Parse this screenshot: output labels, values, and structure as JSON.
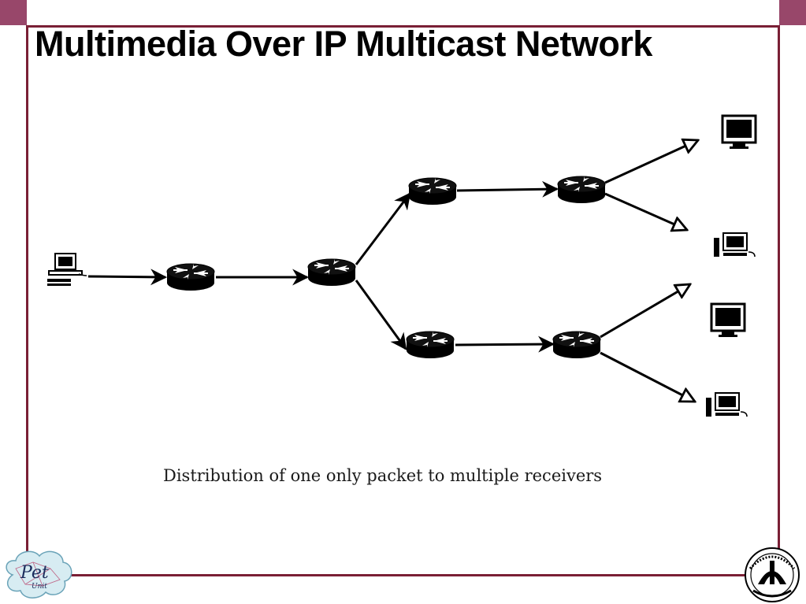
{
  "slide": {
    "title": "Multimedia Over IP Multicast Network",
    "caption": "Distribution of one only packet to multiple receivers"
  },
  "logos": {
    "left_text": "Pet",
    "left_subtext": "Unit"
  },
  "colors": {
    "frame": "#7a1f35",
    "corner_tab": "#98476a",
    "logo_cloud": "#d7ecf2",
    "ink": "#000000"
  },
  "diagram": {
    "nodes": [
      {
        "id": "sender",
        "kind": "workstation-icon"
      },
      {
        "id": "router-1",
        "kind": "router-icon"
      },
      {
        "id": "router-2",
        "kind": "router-icon"
      },
      {
        "id": "router-3",
        "kind": "router-icon"
      },
      {
        "id": "router-4",
        "kind": "router-icon"
      },
      {
        "id": "router-5",
        "kind": "router-icon"
      },
      {
        "id": "router-6",
        "kind": "router-icon"
      },
      {
        "id": "receiver-1",
        "kind": "monitor-icon"
      },
      {
        "id": "receiver-2",
        "kind": "desktop-pc-icon"
      },
      {
        "id": "receiver-3",
        "kind": "monitor-icon"
      },
      {
        "id": "receiver-4",
        "kind": "desktop-pc-icon"
      }
    ],
    "links": [
      {
        "from": "sender",
        "to": "router-1",
        "head": "filled"
      },
      {
        "from": "router-1",
        "to": "router-2",
        "head": "filled"
      },
      {
        "from": "router-2",
        "to": "router-3",
        "head": "filled"
      },
      {
        "from": "router-2",
        "to": "router-4",
        "head": "filled"
      },
      {
        "from": "router-3",
        "to": "router-5",
        "head": "filled"
      },
      {
        "from": "router-4",
        "to": "router-6",
        "head": "filled"
      },
      {
        "from": "router-5",
        "to": "receiver-1",
        "head": "open"
      },
      {
        "from": "router-5",
        "to": "receiver-2",
        "head": "open"
      },
      {
        "from": "router-6",
        "to": "receiver-3",
        "head": "open"
      },
      {
        "from": "router-6",
        "to": "receiver-4",
        "head": "open"
      }
    ]
  }
}
